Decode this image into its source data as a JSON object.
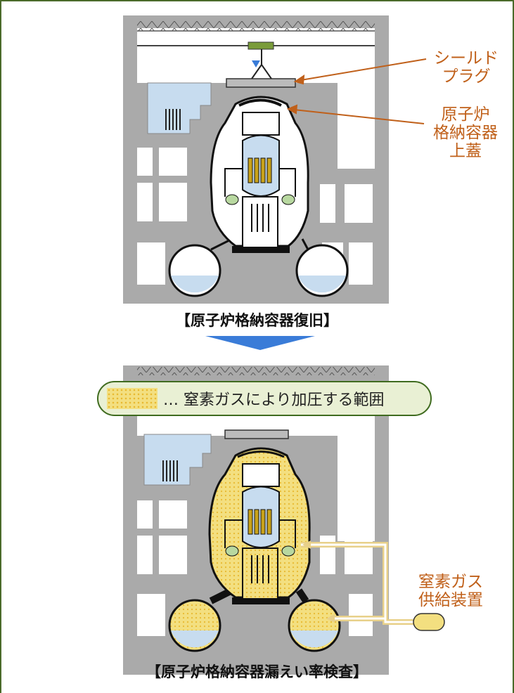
{
  "top_panel": {
    "caption": "【原子炉格納容器復旧】",
    "label_shield_plug": "シールド\nプラグ",
    "label_containment_lid": "原子炉\n格納容器\n上蓋"
  },
  "bottom_panel": {
    "caption": "【原子炉格納容器漏えい率検査】",
    "legend_text": "… 窒素ガスにより加圧する範囲",
    "label_nitrogen_supply": "窒素ガス\n供給装置"
  },
  "colors": {
    "building": "#aaaaaa",
    "water": "#c7dcef",
    "pressurized_area": "#f3df80",
    "arrow_blue": "#3a7cd8",
    "label_orange": "#c0601a",
    "frame_green": "#4a6a2a"
  }
}
